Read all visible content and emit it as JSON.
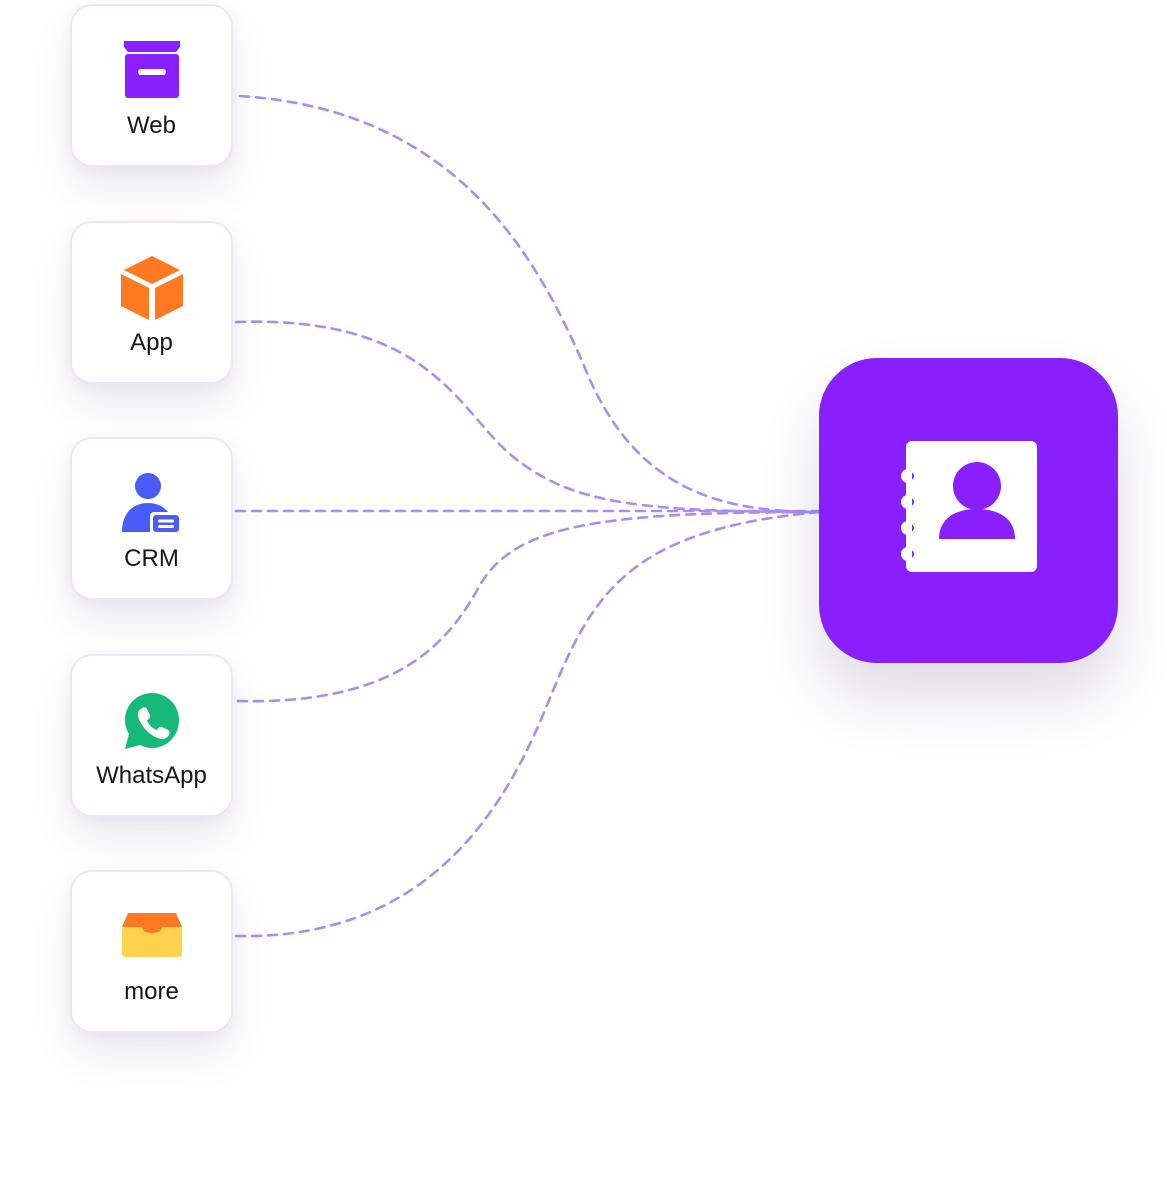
{
  "sources": [
    {
      "id": "web",
      "label": "Web",
      "icon": "archive-box-icon"
    },
    {
      "id": "app",
      "label": "App",
      "icon": "cube-icon"
    },
    {
      "id": "crm",
      "label": "CRM",
      "icon": "user-card-icon"
    },
    {
      "id": "whatsapp",
      "label": "WhatsApp",
      "icon": "whatsapp-icon"
    },
    {
      "id": "more",
      "label": "more",
      "icon": "inbox-tray-icon"
    }
  ],
  "target": {
    "icon": "contact-book-icon"
  },
  "colors": {
    "primary": "#8a1ffd",
    "connector": "#a98ef0",
    "card_border": "#efe3fb",
    "app_orange": "#fd7a23",
    "crm_blue": "#4a5cf7",
    "whatsapp_green": "#17b978",
    "more_yellow": "#ffd24c",
    "more_orange": "#fd7a23"
  }
}
